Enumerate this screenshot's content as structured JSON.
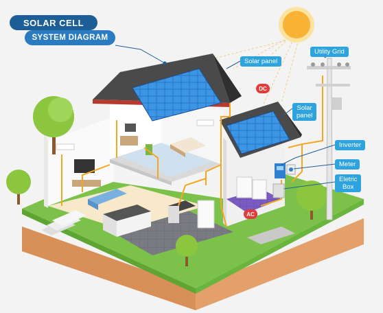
{
  "title": {
    "line1": "SOLAR CELL",
    "line2": "SYSTEM DIAGRAM"
  },
  "labels": {
    "solar_panel_roof": "Solar panel",
    "solar_panel_side_line1": "Solar",
    "solar_panel_side_line2": "panel",
    "utility_grid": "Utility Grid",
    "inverter": "Inverter",
    "meter": "Meter",
    "electric_box_line1": "Eletric",
    "electric_box_line2": "Box"
  },
  "badges": {
    "dc": "DC",
    "ac": "AC"
  },
  "colors": {
    "title_dark": "#1d5e96",
    "title_light": "#2a7bc0",
    "callout_blue": "#2ea3dd",
    "wire_orange": "#f5a623",
    "badge_red": "#e23b3b",
    "grass": "#7cc14a",
    "soil": "#e4a06a",
    "sun": "#f9b233",
    "panel_blue": "#2f7fd0",
    "roof": "#4a4a4a"
  },
  "icons": [
    "sun-icon",
    "tree-icon",
    "solar-panel-icon",
    "utility-pole-icon",
    "inverter-icon",
    "meter-icon",
    "electric-box-icon"
  ]
}
